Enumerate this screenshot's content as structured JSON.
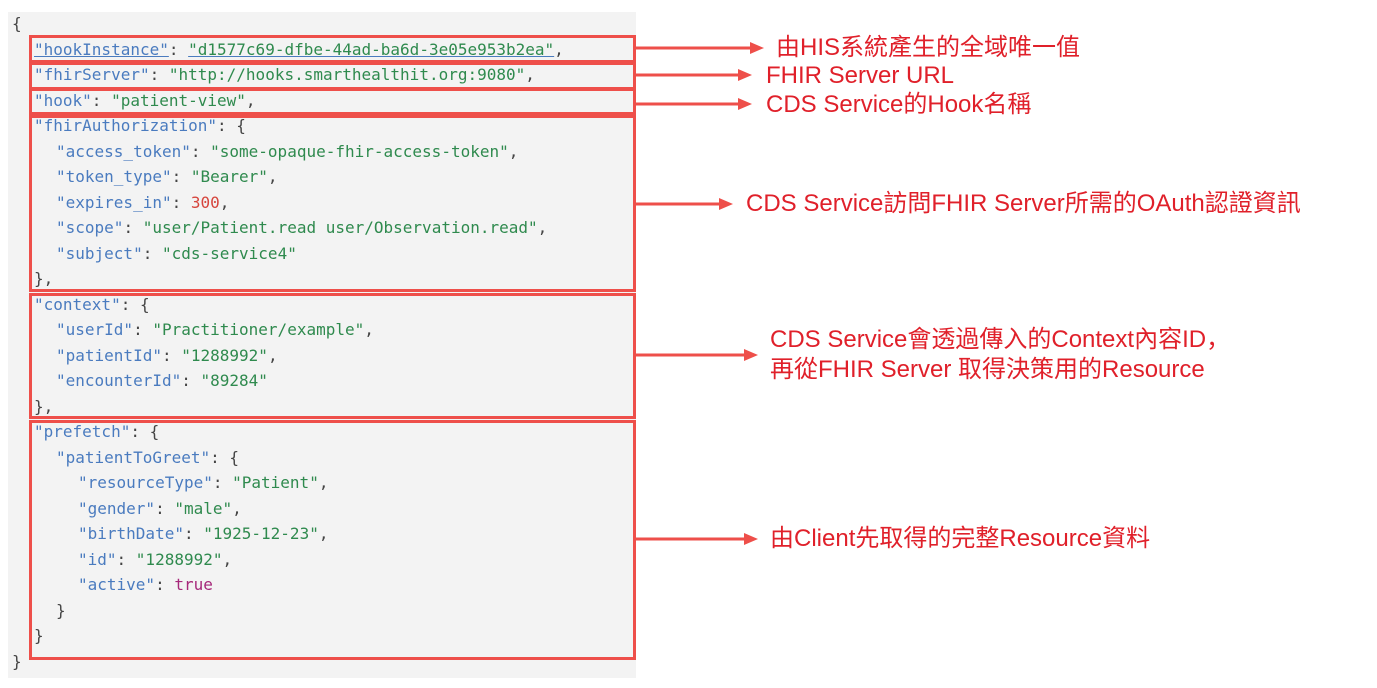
{
  "code_lines": [
    {
      "indent": 0,
      "parts": [
        {
          "t": "{",
          "c": "p"
        }
      ]
    },
    {
      "indent": 1,
      "parts": [
        {
          "t": "\"hookInstance\"",
          "c": "k u"
        },
        {
          "t": ": ",
          "c": "p"
        },
        {
          "t": "\"d1577c69-dfbe-44ad-ba6d-3e05e953b2ea\"",
          "c": "s u"
        },
        {
          "t": ",",
          "c": "p"
        }
      ]
    },
    {
      "indent": 1,
      "parts": [
        {
          "t": "\"fhirServer\"",
          "c": "k"
        },
        {
          "t": ": ",
          "c": "p"
        },
        {
          "t": "\"http://hooks.smarthealthit.org:9080\"",
          "c": "s"
        },
        {
          "t": ",",
          "c": "p"
        }
      ]
    },
    {
      "indent": 1,
      "parts": [
        {
          "t": "\"hook\"",
          "c": "k"
        },
        {
          "t": ": ",
          "c": "p"
        },
        {
          "t": "\"patient-view\"",
          "c": "s"
        },
        {
          "t": ",",
          "c": "p"
        }
      ]
    },
    {
      "indent": 1,
      "parts": [
        {
          "t": "\"fhirAuthorization\"",
          "c": "k"
        },
        {
          "t": ": {",
          "c": "p"
        }
      ]
    },
    {
      "indent": 2,
      "parts": [
        {
          "t": "\"access_token\"",
          "c": "k"
        },
        {
          "t": ": ",
          "c": "p"
        },
        {
          "t": "\"some-opaque-fhir-access-token\"",
          "c": "s"
        },
        {
          "t": ",",
          "c": "p"
        }
      ]
    },
    {
      "indent": 2,
      "parts": [
        {
          "t": "\"token_type\"",
          "c": "k"
        },
        {
          "t": ": ",
          "c": "p"
        },
        {
          "t": "\"Bearer\"",
          "c": "s"
        },
        {
          "t": ",",
          "c": "p"
        }
      ]
    },
    {
      "indent": 2,
      "parts": [
        {
          "t": "\"expires_in\"",
          "c": "k"
        },
        {
          "t": ": ",
          "c": "p"
        },
        {
          "t": "300",
          "c": "n"
        },
        {
          "t": ",",
          "c": "p"
        }
      ]
    },
    {
      "indent": 2,
      "parts": [
        {
          "t": "\"scope\"",
          "c": "k"
        },
        {
          "t": ": ",
          "c": "p"
        },
        {
          "t": "\"user/Patient.read user/Observation.read\"",
          "c": "s"
        },
        {
          "t": ",",
          "c": "p"
        }
      ]
    },
    {
      "indent": 2,
      "parts": [
        {
          "t": "\"subject\"",
          "c": "k"
        },
        {
          "t": ": ",
          "c": "p"
        },
        {
          "t": "\"cds-service4\"",
          "c": "s"
        }
      ]
    },
    {
      "indent": 1,
      "parts": [
        {
          "t": "},",
          "c": "p"
        }
      ]
    },
    {
      "indent": 1,
      "parts": [
        {
          "t": "\"context\"",
          "c": "k"
        },
        {
          "t": ": {",
          "c": "p"
        }
      ]
    },
    {
      "indent": 2,
      "parts": [
        {
          "t": "\"userId\"",
          "c": "k"
        },
        {
          "t": ": ",
          "c": "p"
        },
        {
          "t": "\"Practitioner/example\"",
          "c": "s"
        },
        {
          "t": ",",
          "c": "p"
        }
      ]
    },
    {
      "indent": 2,
      "parts": [
        {
          "t": "\"patientId\"",
          "c": "k"
        },
        {
          "t": ": ",
          "c": "p"
        },
        {
          "t": "\"1288992\"",
          "c": "s"
        },
        {
          "t": ",",
          "c": "p"
        }
      ]
    },
    {
      "indent": 2,
      "parts": [
        {
          "t": "\"encounterId\"",
          "c": "k"
        },
        {
          "t": ": ",
          "c": "p"
        },
        {
          "t": "\"89284\"",
          "c": "s"
        }
      ]
    },
    {
      "indent": 1,
      "parts": [
        {
          "t": "},",
          "c": "p"
        }
      ]
    },
    {
      "indent": 1,
      "parts": [
        {
          "t": "\"prefetch\"",
          "c": "k"
        },
        {
          "t": ": {",
          "c": "p"
        }
      ]
    },
    {
      "indent": 2,
      "parts": [
        {
          "t": "\"patientToGreet\"",
          "c": "k"
        },
        {
          "t": ": {",
          "c": "p"
        }
      ]
    },
    {
      "indent": 3,
      "parts": [
        {
          "t": "\"resourceType\"",
          "c": "k"
        },
        {
          "t": ": ",
          "c": "p"
        },
        {
          "t": "\"Patient\"",
          "c": "s"
        },
        {
          "t": ",",
          "c": "p"
        }
      ]
    },
    {
      "indent": 3,
      "parts": [
        {
          "t": "\"gender\"",
          "c": "k"
        },
        {
          "t": ": ",
          "c": "p"
        },
        {
          "t": "\"male\"",
          "c": "s"
        },
        {
          "t": ",",
          "c": "p"
        }
      ]
    },
    {
      "indent": 3,
      "parts": [
        {
          "t": "\"birthDate\"",
          "c": "k"
        },
        {
          "t": ": ",
          "c": "p"
        },
        {
          "t": "\"1925-12-23\"",
          "c": "s"
        },
        {
          "t": ",",
          "c": "p"
        }
      ]
    },
    {
      "indent": 3,
      "parts": [
        {
          "t": "\"id\"",
          "c": "k"
        },
        {
          "t": ": ",
          "c": "p"
        },
        {
          "t": "\"1288992\"",
          "c": "s"
        },
        {
          "t": ",",
          "c": "p"
        }
      ]
    },
    {
      "indent": 3,
      "parts": [
        {
          "t": "\"active\"",
          "c": "k"
        },
        {
          "t": ": ",
          "c": "p"
        },
        {
          "t": "true",
          "c": "b"
        }
      ]
    },
    {
      "indent": 2,
      "parts": [
        {
          "t": "}",
          "c": "p"
        }
      ]
    },
    {
      "indent": 1,
      "parts": [
        {
          "t": "}",
          "c": "p"
        }
      ]
    },
    {
      "indent": 0,
      "parts": [
        {
          "t": "}",
          "c": "p"
        }
      ]
    }
  ],
  "annotations": {
    "hook_instance": "由HIS系統產生的全域唯一值",
    "fhir_server": "FHIR Server URL",
    "hook": "CDS Service的Hook名稱",
    "fhir_authorization": "CDS Service訪問FHIR Server所需的OAuth認證資訊",
    "context_line1": "CDS Service會透過傳入的Context內容ID，",
    "context_line2": "再從FHIR Server 取得決策用的Resource",
    "prefetch": "由Client先取得的完整Resource資料"
  },
  "colors": {
    "highlight": "#ee4f4a",
    "annotation_text": "#e0202a",
    "json_key": "#4a7bbf",
    "json_string": "#2f8a4e",
    "json_number": "#d6453d",
    "json_boolean": "#a6287a",
    "code_background": "#f3f3f3"
  }
}
